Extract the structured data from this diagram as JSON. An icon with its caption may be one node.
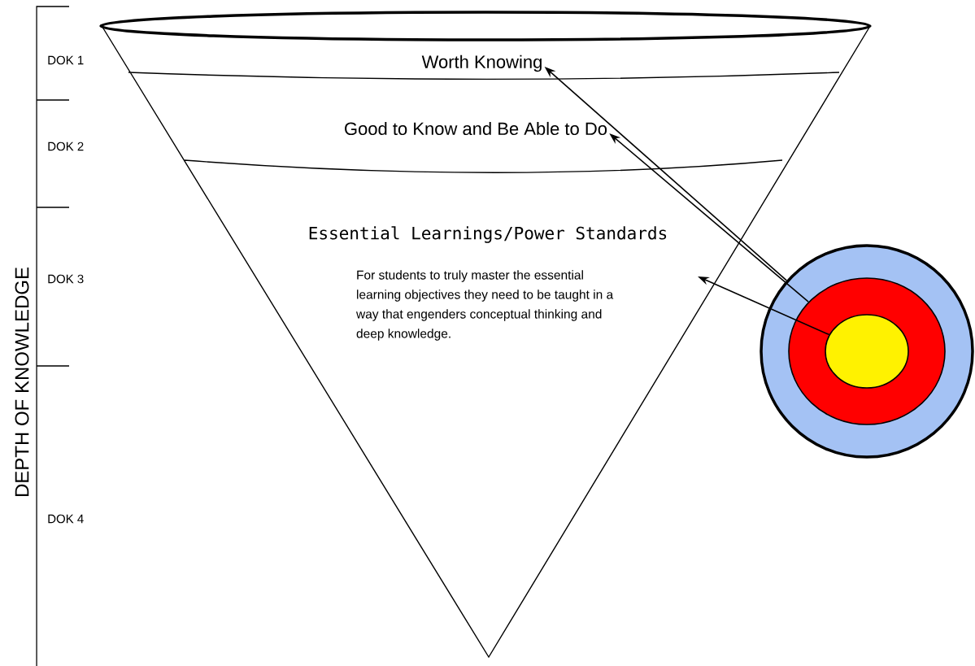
{
  "diagram": {
    "nodes": [
      {
        "text": [
          "Worth Knowing"
        ]
      },
      {
        "text": [
          "Good to Know and Be Able to Do"
        ]
      },
      {
        "text": [
          "Essential Learnings/Power Standards",
          "For students to truly master the essential learning objectives they need to be taught in a way that engenders conceptual thinking and deep knowledge."
        ]
      },
      {
        "text": [],
        "shape": "circle"
      },
      {
        "text": [],
        "shape": "circle",
        "in": 3
      },
      {
        "text": [],
        "shape": "circle",
        "in": 4
      }
    ],
    "edges": [
      {
        "from": 3,
        "to": 0,
        "arrow": "to"
      },
      {
        "from": 4,
        "to": 1,
        "arrow": "to"
      },
      {
        "from": 5,
        "to": 2,
        "arrow": "to"
      }
    ],
    "labels": [
      "DOK 1",
      "DOK 2",
      "DOK 3",
      "DOK 4",
      "DEPTH OF KNOWLEDGE"
    ]
  }
}
